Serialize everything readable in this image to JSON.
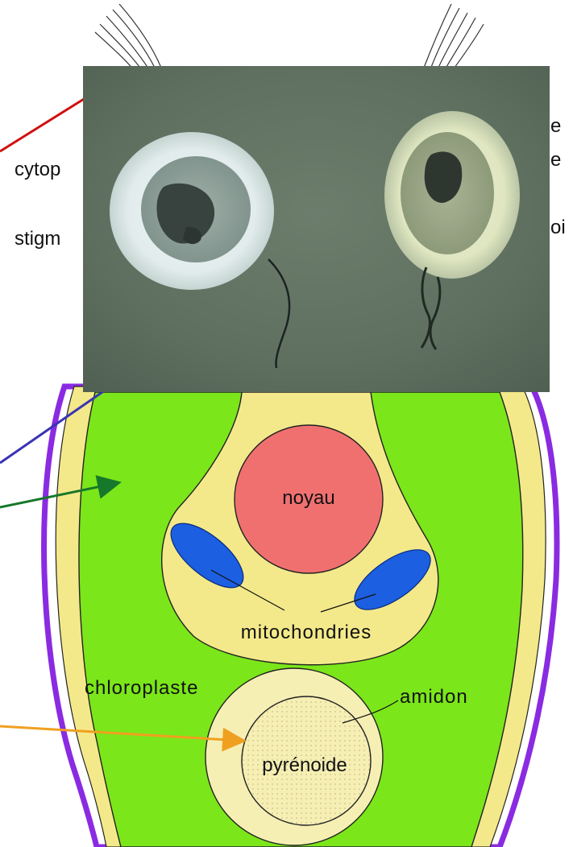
{
  "labels": {
    "noyau": "noyau",
    "mitochondries": "mitochondries",
    "chloroplaste": "chloroplaste",
    "amidon": "amidon",
    "pyrenoide": "pyrénoide",
    "cytoplasme_partial": "cytop",
    "stigma_partial": "stigm",
    "right_partial_1": "e",
    "right_partial_2": "e",
    "right_partial_3": "oi"
  },
  "colors": {
    "flagella": "#333333",
    "membrane": "#8a2be2",
    "cytoplasm": "#f4e98a",
    "chloroplast": "#7be61a",
    "nucleus": "#f07070",
    "mitochondria": "#1c5fe0",
    "pyrenoid_region": "#f6efb4",
    "arrow_red": "#d01010",
    "arrow_blue": "#3a34b4",
    "arrow_green": "#16782a",
    "arrow_orange": "#f0a020",
    "photo_bg": "#5f7060"
  }
}
